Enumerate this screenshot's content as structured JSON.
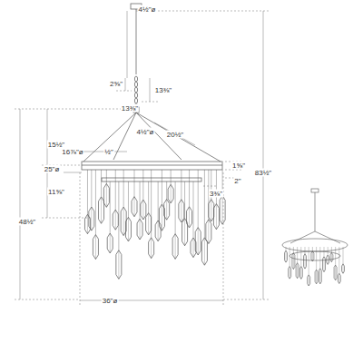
{
  "diagram": {
    "labels": [
      "4½\"ø",
      "2⅝\"",
      "13⅜\"",
      "13⅜\"",
      "4½\"ø",
      "20½\"",
      "15½\"",
      "16⅞\"ø",
      "½\"",
      "25\"ø",
      "1⅝\"",
      "11⅝\"",
      "2\"",
      "3⅜\"",
      "48½\"",
      "83½\"",
      "36\"ø"
    ]
  }
}
